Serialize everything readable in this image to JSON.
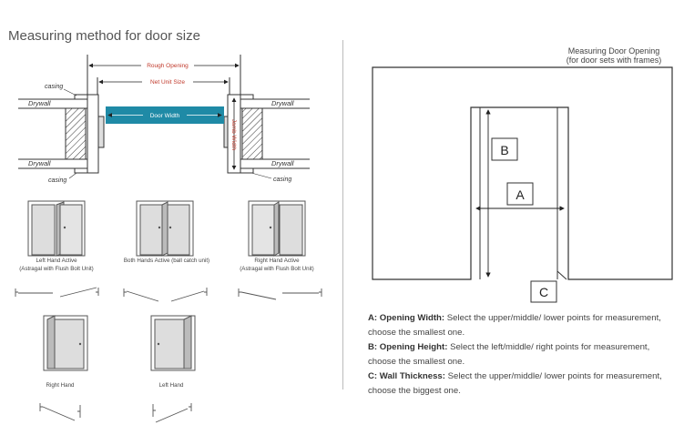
{
  "title": "Measuring method for door size",
  "left_diagram": {
    "rough_opening": "Rough Opening",
    "net_unit_size": "Net Unit Size",
    "door_width": "Door Width",
    "jamb_width": "Jamb Width",
    "casing_top": "casing",
    "casing_bottom": "casing",
    "casing_right": "casing",
    "drywall_tl": "Drywall",
    "drywall_bl": "Drywall",
    "drywall_tr": "Drywall",
    "drywall_br": "Drywall"
  },
  "door_types": [
    {
      "line1": "Left Hand Active",
      "line2": "(Astragal with Flush Bolt Unit)"
    },
    {
      "line1": "Both Hands Active (ball catch unit)",
      "line2": ""
    },
    {
      "line1": "Right Hand Active",
      "line2": "(Astragal with Flush Bolt Unit)"
    },
    {
      "line1": "Right Hand",
      "line2": ""
    },
    {
      "line1": "Left Hand",
      "line2": ""
    }
  ],
  "right_diagram": {
    "heading_line1": "Measuring Door Opening",
    "heading_line2": "(for door sets with frames)",
    "label_a": "A",
    "label_b": "B",
    "label_c": "C"
  },
  "notes": [
    {
      "key": "A: Opening Width:",
      "text": " Select the upper/middle/ lower points for measurement, choose the smallest one."
    },
    {
      "key": "B: Opening Height:",
      "text": " Select the left/middle/ right points for measurement, choose the smallest one."
    },
    {
      "key": "C: Wall Thickness:",
      "text": " Select the upper/middle/ lower points for measurement, choose the biggest one."
    }
  ],
  "colors": {
    "door_width_bar": "#1f8aa6",
    "jamb_text": "#c0392b",
    "dim_text": "#c0392b"
  }
}
